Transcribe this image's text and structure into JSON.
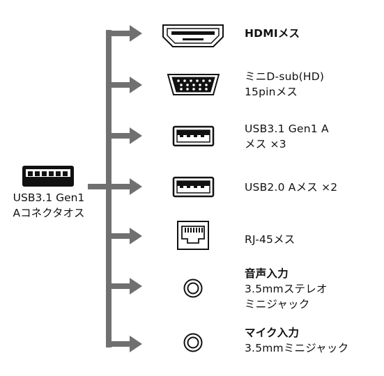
{
  "source": {
    "icon": "usb-a-plug-icon",
    "label_line1": "USB3.1 Gen1",
    "label_line2": "Aコネクタオス"
  },
  "outputs": [
    {
      "icon": "hdmi-port-icon",
      "line1": "HDMIメス",
      "line2": "",
      "line3": "",
      "bold_first": true
    },
    {
      "icon": "vga-port-icon",
      "line1": "ミニD-sub(HD)",
      "line2": "15pinメス",
      "line3": "",
      "bold_first": false
    },
    {
      "icon": "usb-a-port-icon",
      "line1": "USB3.1 Gen1 A",
      "line2": "メス ×3",
      "line3": "",
      "bold_first": false
    },
    {
      "icon": "usb-a-port-icon",
      "line1": "USB2.0 Aメス ×2",
      "line2": "",
      "line3": "",
      "bold_first": false
    },
    {
      "icon": "rj45-port-icon",
      "line1": "RJ-45メス",
      "line2": "",
      "line3": "",
      "bold_first": false
    },
    {
      "icon": "audio-jack-icon",
      "line1": "音声入力",
      "line2": "3.5mmステレオ",
      "line3": "ミニジャック",
      "bold_first": true
    },
    {
      "icon": "audio-jack-icon",
      "line1": "マイク入力",
      "line2": "3.5mmミニジャック",
      "line3": "",
      "bold_first": true
    }
  ],
  "colors": {
    "arrow": "#707070",
    "icon_stroke": "#111111",
    "text": "#111111"
  }
}
